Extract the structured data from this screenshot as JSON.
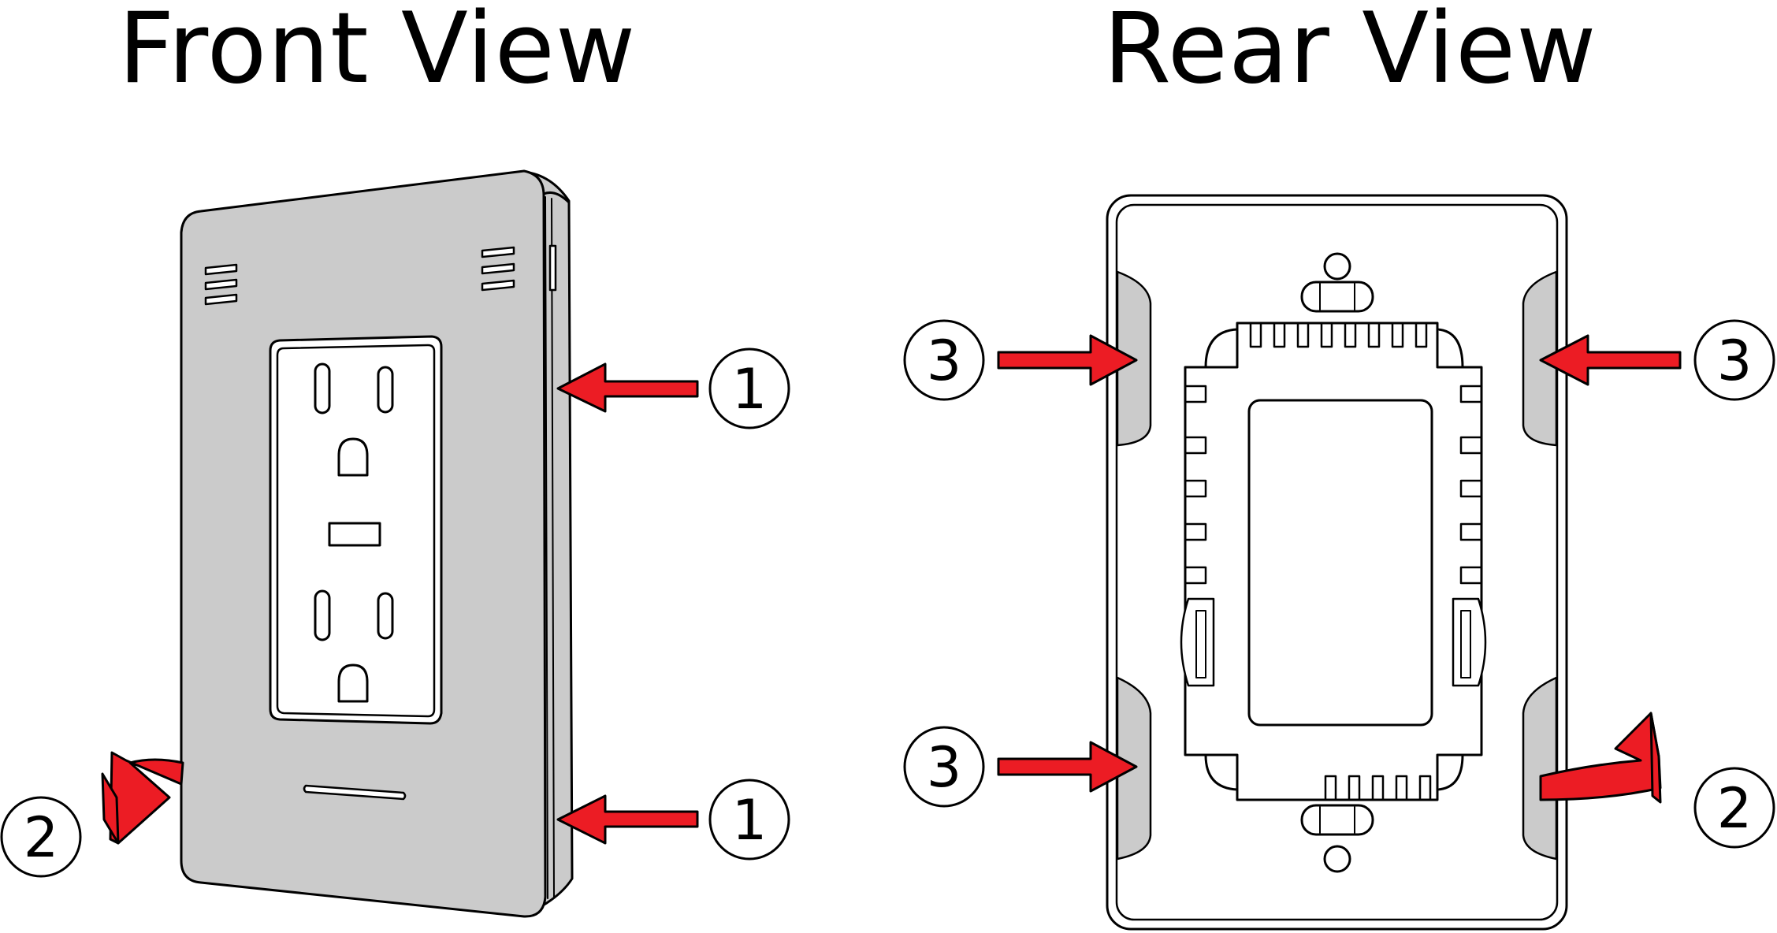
{
  "front_view": {
    "title": "Front View",
    "callouts": [
      "1",
      "1",
      "2"
    ]
  },
  "rear_view": {
    "title": "Rear View",
    "callouts": [
      "3",
      "3",
      "3",
      "2"
    ]
  },
  "colors": {
    "plate_fill": "#cbcbcb",
    "arrow_fill": "#ec1c24",
    "outline": "#000000",
    "background": "#ffffff"
  },
  "icons": [
    "arrow-icon",
    "curved-arrow-icon"
  ]
}
